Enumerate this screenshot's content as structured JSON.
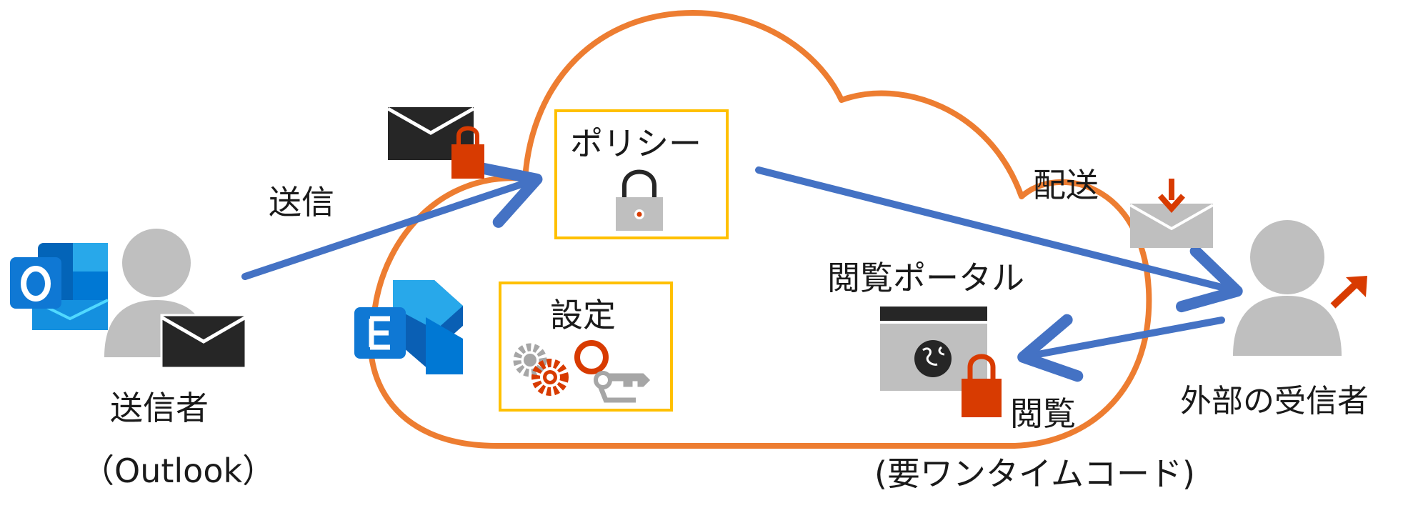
{
  "labels": {
    "sender": "送信者",
    "sender_app": "（Outlook）",
    "send": "送信",
    "policy": "ポリシー",
    "settings": "設定",
    "deliver": "配送",
    "portal": "閲覧ポータル",
    "view": "閲覧",
    "otp_note": "(要ワンタイムコード)",
    "recipient": "外部の受信者"
  },
  "icons": {
    "outlook": "outlook-icon",
    "exchange": "exchange-icon",
    "sender_person": "person-icon",
    "recipient_person": "person-icon",
    "mail": "envelope-icon",
    "lock": "padlock-icon",
    "gears": "gears-icon",
    "key": "key-icon",
    "globe": "globe-icon",
    "incoming_mail": "incoming-mail-icon",
    "external_arrow": "external-arrow-icon"
  },
  "colors": {
    "cloud": "#ED7D31",
    "box": "#FFC000",
    "arrow": "#4472C4",
    "lock_red": "#D83B01",
    "gray": "#BFBFBF",
    "dark": "#262626",
    "gear_gray": "#A6A6A6"
  }
}
